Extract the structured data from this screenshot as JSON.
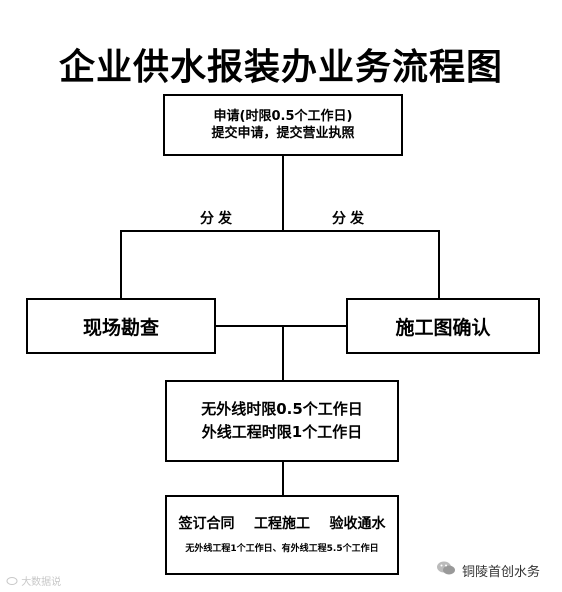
{
  "title": "企业供水报装办业务流程图",
  "nodes": {
    "apply": {
      "line1": "申请(时限0.5个工作日)",
      "line2": "提交申请，提交营业执照"
    },
    "survey": {
      "label": "现场勘查"
    },
    "drawing": {
      "label": "施工图确认"
    },
    "time_limit": {
      "line1": "无外线时限0.5个工作日",
      "line2": "外线工程时限1个工作日"
    },
    "contract": {
      "line1": "签订合同    工程施工    验收通水",
      "line2": "无外线工程1个工作日、有外线工程5.5个工作日"
    }
  },
  "edge_labels": {
    "left": "分发",
    "right": "分发"
  },
  "watermarks": {
    "left": "大数据说",
    "right": "铜陵首创水务"
  },
  "icons": {
    "wechat": "wechat-icon",
    "weibo": "weibo-icon"
  }
}
